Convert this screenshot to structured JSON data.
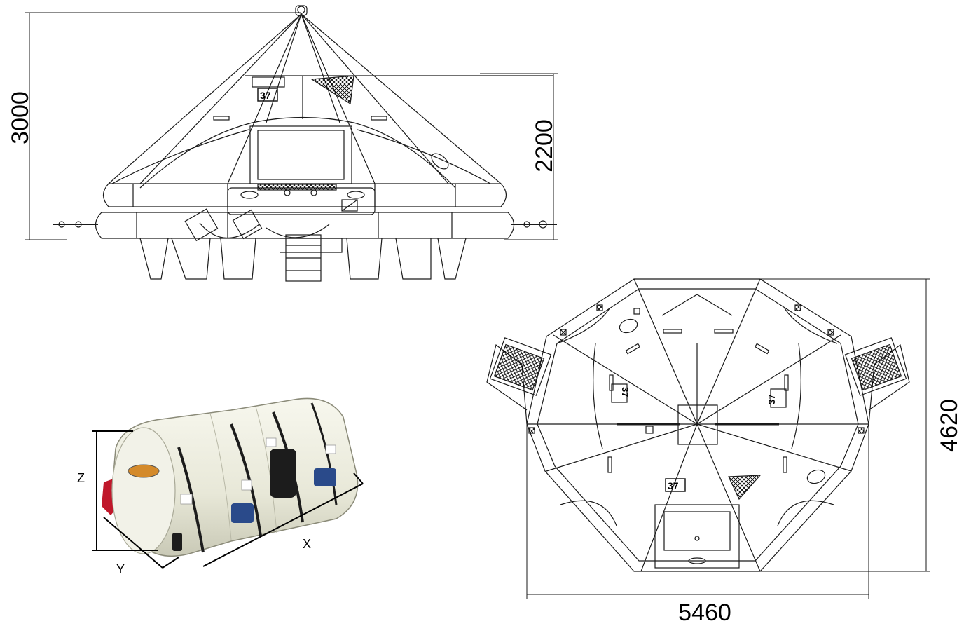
{
  "dimensions": {
    "overall_height": "3000",
    "canopy_height": "2200",
    "depth": "4620",
    "width": "5460"
  },
  "axes": {
    "x": "X",
    "y": "Y",
    "z": "Z"
  },
  "capacity_tags": {
    "side": "37",
    "top_left": "37",
    "top_right": "37",
    "top_bottom": "37"
  },
  "colors": {
    "line": "#1a1a1a",
    "container": "#eeeee0",
    "strap": "#1c1c1c",
    "cradle": "#c0182b",
    "blue_tag": "#2a4a8a"
  }
}
